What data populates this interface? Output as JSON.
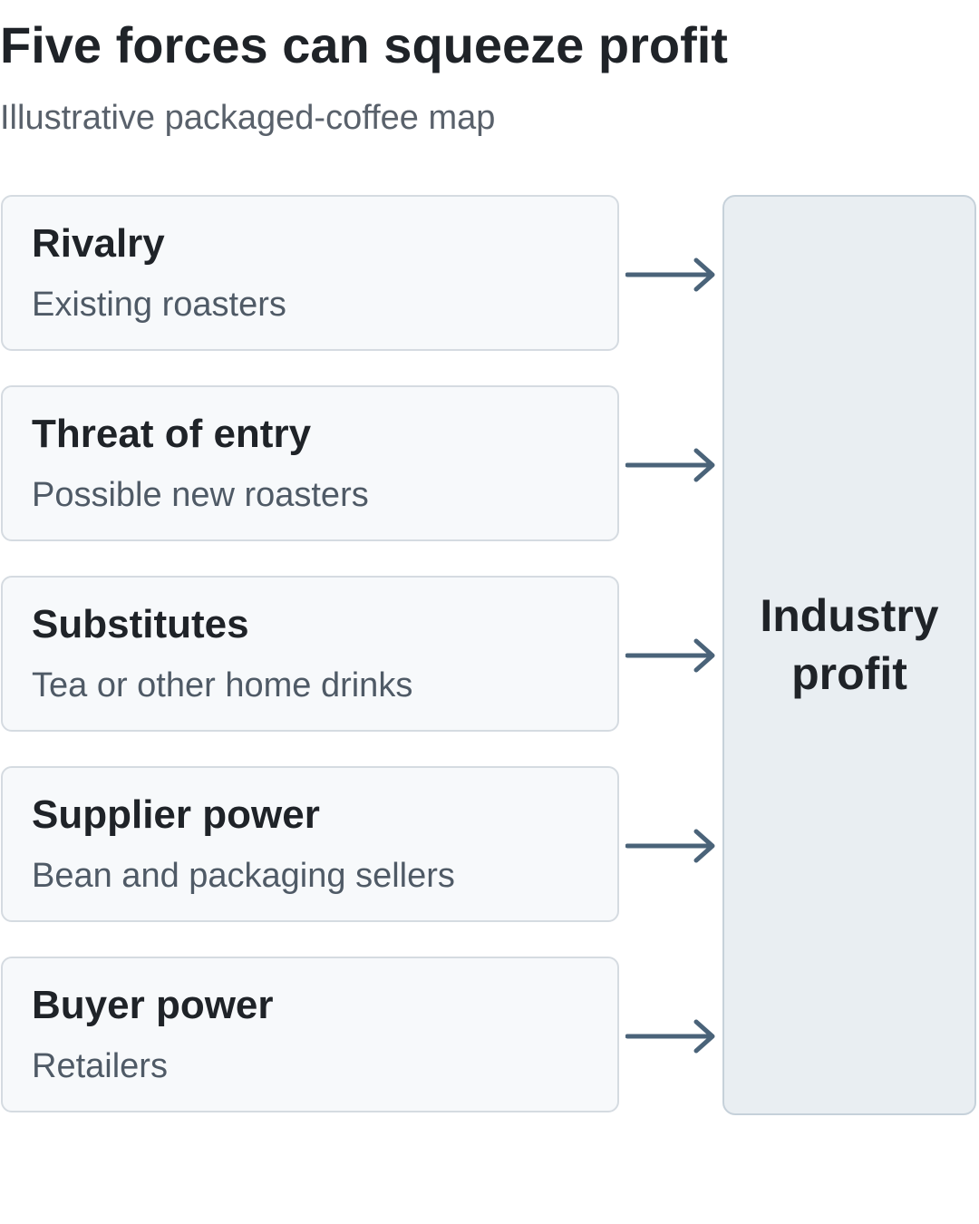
{
  "header": {
    "title": "Five forces can squeeze profit",
    "subtitle": "Illustrative packaged-coffee map"
  },
  "forces": [
    {
      "title": "Rivalry",
      "description": "Existing roasters"
    },
    {
      "title": "Threat of entry",
      "description": "Possible new roasters"
    },
    {
      "title": "Substitutes",
      "description": "Tea or other home drinks"
    },
    {
      "title": "Supplier power",
      "description": "Bean and packaging sellers"
    },
    {
      "title": "Buyer power",
      "description": "Retailers"
    }
  ],
  "target": {
    "line1": "Industry",
    "line2": "profit"
  },
  "colors": {
    "box_fill": "#f7f9fb",
    "box_border": "#d5dbe1",
    "target_fill": "#e9eef2",
    "target_border": "#c6d1da",
    "arrow": "#4a6379",
    "title_text": "#1f2328",
    "muted_text": "#59616b"
  },
  "icons": {
    "connector": "right-arrow-icon"
  }
}
